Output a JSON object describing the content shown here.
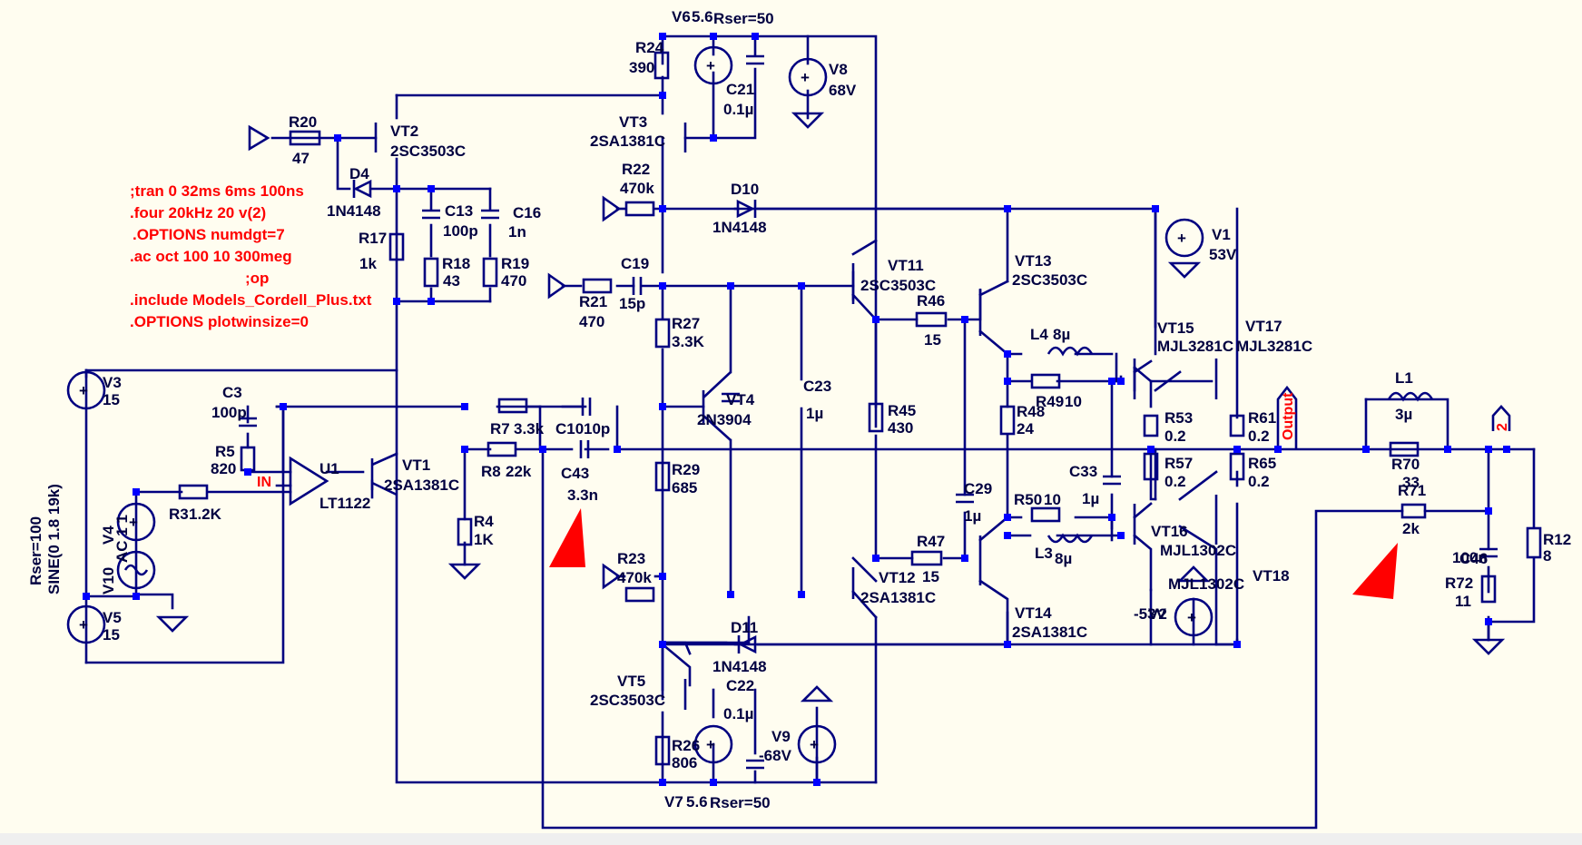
{
  "colors": {
    "background": "#fffdf0",
    "wire": "#000080",
    "junction": "#0000ff",
    "directive": "#ff0000",
    "text": "#000040"
  },
  "directives": [
    ";tran 0 32ms 6ms 100ns",
    ".four 20kHz 20 v(2)",
    ".OPTIONS numdgt=7",
    ".ac oct 100 10 300meg",
    ";op",
    ".include Models_Cordell_Plus.txt",
    ".OPTIONS plotwinsize=0"
  ],
  "net_labels": {
    "in": "IN",
    "output": "Output",
    "node2": "2"
  },
  "labels": {
    "v6": "V6",
    "v6_val": "5.6",
    "v6_rser": "Rser=50",
    "v7": "V7",
    "v7_val": "5.6",
    "v7_rser": "Rser=50",
    "v8": "V8",
    "v8_val": "68V",
    "v9": "V9",
    "v9_val": "-68V",
    "v1": "V1",
    "v1_val": "53V",
    "v2": "V2",
    "v2_val": "-53V",
    "v3": "V3",
    "v3_val": "15",
    "v5": "V5",
    "v5_val": "15",
    "v4": "V4",
    "v4_val": "AC 1 1",
    "v10": "V10",
    "v10_rser": "Rser=100",
    "v10_sine": "SINE(0 1.8 19k)",
    "r24": "R24",
    "r24_val": "390",
    "r20": "R20",
    "r20_val": "47",
    "r17": "R17",
    "r17_val": "1k",
    "r18": "R18",
    "r18_val": "43",
    "r19": "R19",
    "r19_val": "470",
    "r22": "R22",
    "r22_val": "470k",
    "r21": "R21",
    "r21_val": "470",
    "r27": "R27",
    "r27_val": "3.3K",
    "r29": "R29",
    "r29_val": "685",
    "r23": "R23",
    "r23_val": "470k",
    "r26": "R26",
    "r26_val": "806",
    "r45": "R45",
    "r45_val": "430",
    "r46": "R46",
    "r46_val": "15",
    "r47": "R47",
    "r47_val": "15",
    "r48": "R48",
    "r48_val": "24",
    "r49": "R49",
    "r49_val": "10",
    "r50": "R50",
    "r50_val": "10",
    "r53": "R53",
    "r53_val": "0.2",
    "r57": "R57",
    "r57_val": "0.2",
    "r61": "R61",
    "r61_val": "0.2",
    "r65": "R65",
    "r65_val": "0.2",
    "r70": "R70",
    "r70_val": "33",
    "r71": "R71",
    "r71_val": "2k",
    "r72": "R72",
    "r72_val": "11",
    "r12": "R12",
    "r12_val": "8",
    "r3": "R3",
    "r3_val": "1.2K",
    "r5": "R5",
    "r5_val": "820",
    "r4": "R4",
    "r4_val": "1K",
    "r7": "R7",
    "r7_val": "3.3k",
    "r8": "R8",
    "r8_val": "22k",
    "c21": "C21",
    "c21_val": "0.1µ",
    "c22": "C22",
    "c22_val": "0.1µ",
    "c13": "C13",
    "c13_val": "100p",
    "c16": "C16",
    "c16_val": "1n",
    "c19": "C19",
    "c19_val": "15p",
    "c23": "C23",
    "c23_val": "1µ",
    "c29": "C29",
    "c29_val": "1µ",
    "c33": "C33",
    "c33_val": "1µ",
    "c3": "C3",
    "c3_val": "100p",
    "c10": "C10",
    "c10_val": "10p",
    "c43": "C43",
    "c43_val": "3.3n",
    "c46": "C46",
    "c46_val": "100n",
    "l1": "L1",
    "l1_val": "3µ",
    "l4": "L4",
    "l4_val": "8µ",
    "l3": "L3",
    "l3_val": "8µ",
    "d4": "D4",
    "d4_val": "1N4148",
    "d10": "D10",
    "d10_val": "1N4148",
    "d11": "D11",
    "d11_val": "1N4148",
    "vt1": "VT1",
    "vt1_val": "2SA1381C",
    "vt2": "VT2",
    "vt2_val": "2SC3503C",
    "vt3": "VT3",
    "vt3_val": "2SA1381C",
    "vt4": "VT4",
    "vt4_val": "2N3904",
    "vt5": "VT5",
    "vt5_val": "2SC3503C",
    "vt11": "VT11",
    "vt11_val": "2SC3503C",
    "vt12": "VT12",
    "vt12_val": "2SA1381C",
    "vt13": "VT13",
    "vt13_val": "2SC3503C",
    "vt14": "VT14",
    "vt14_val": "2SA1381C",
    "vt15": "VT15",
    "vt15_val": "MJL3281C",
    "vt16": "VT16",
    "vt16_val": "MJL1302C",
    "vt17": "VT17",
    "vt17_val": "MJL3281C",
    "vt18": "VT18",
    "vt18_val": "MJL1302C",
    "u1": "U1",
    "u1_val": "LT1122"
  }
}
